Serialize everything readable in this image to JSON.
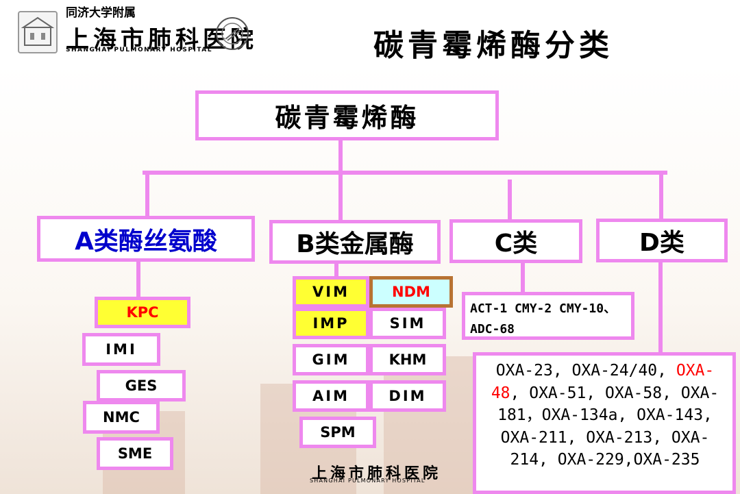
{
  "header": {
    "affiliation": "同济大学附属",
    "hospital_name": "上海市肺科医院",
    "hospital_name_en": "SHANGHAI PULMONARY HOSPITAL",
    "logo_left_icon": "hospital-building-emblem",
    "logo_right_icon": "tongji-university-seal"
  },
  "title": "碳青霉烯酶分类",
  "root": "碳青霉烯酶",
  "classes": {
    "a": {
      "label": "A类酶丝氨酸",
      "color": "#0000cc",
      "items": [
        "KPC",
        "IMI",
        "GES",
        "NMC",
        "SME"
      ]
    },
    "b": {
      "label": "B类金属酶",
      "items": [
        "VIM",
        "NDM",
        "IMP",
        "SIM",
        "GIM",
        "KHM",
        "AIM",
        "DIM",
        "SPM"
      ]
    },
    "c": {
      "label": "C类",
      "text": "ACT-1 CMY-2 CMY-10、ADC-68"
    },
    "d": {
      "label": "D类",
      "text_before": "OXA-23, OXA-24/40, ",
      "text_red": "OXA-48",
      "text_after": ", OXA-51, OXA-58, OXA-181，OXA-134a, OXA-143, OXA-211, OXA-213, OXA-214, OXA-229,OXA-235"
    }
  },
  "highlight_colors": {
    "yellow": "#ffff33",
    "cyan": "#ccffff",
    "red": "#ff0000",
    "connector": "#ee88ee"
  },
  "footer": {
    "hospital_name": "上海市肺科医院",
    "hospital_name_en": "SHANGHAI PULMONARY HOSPITAL"
  }
}
